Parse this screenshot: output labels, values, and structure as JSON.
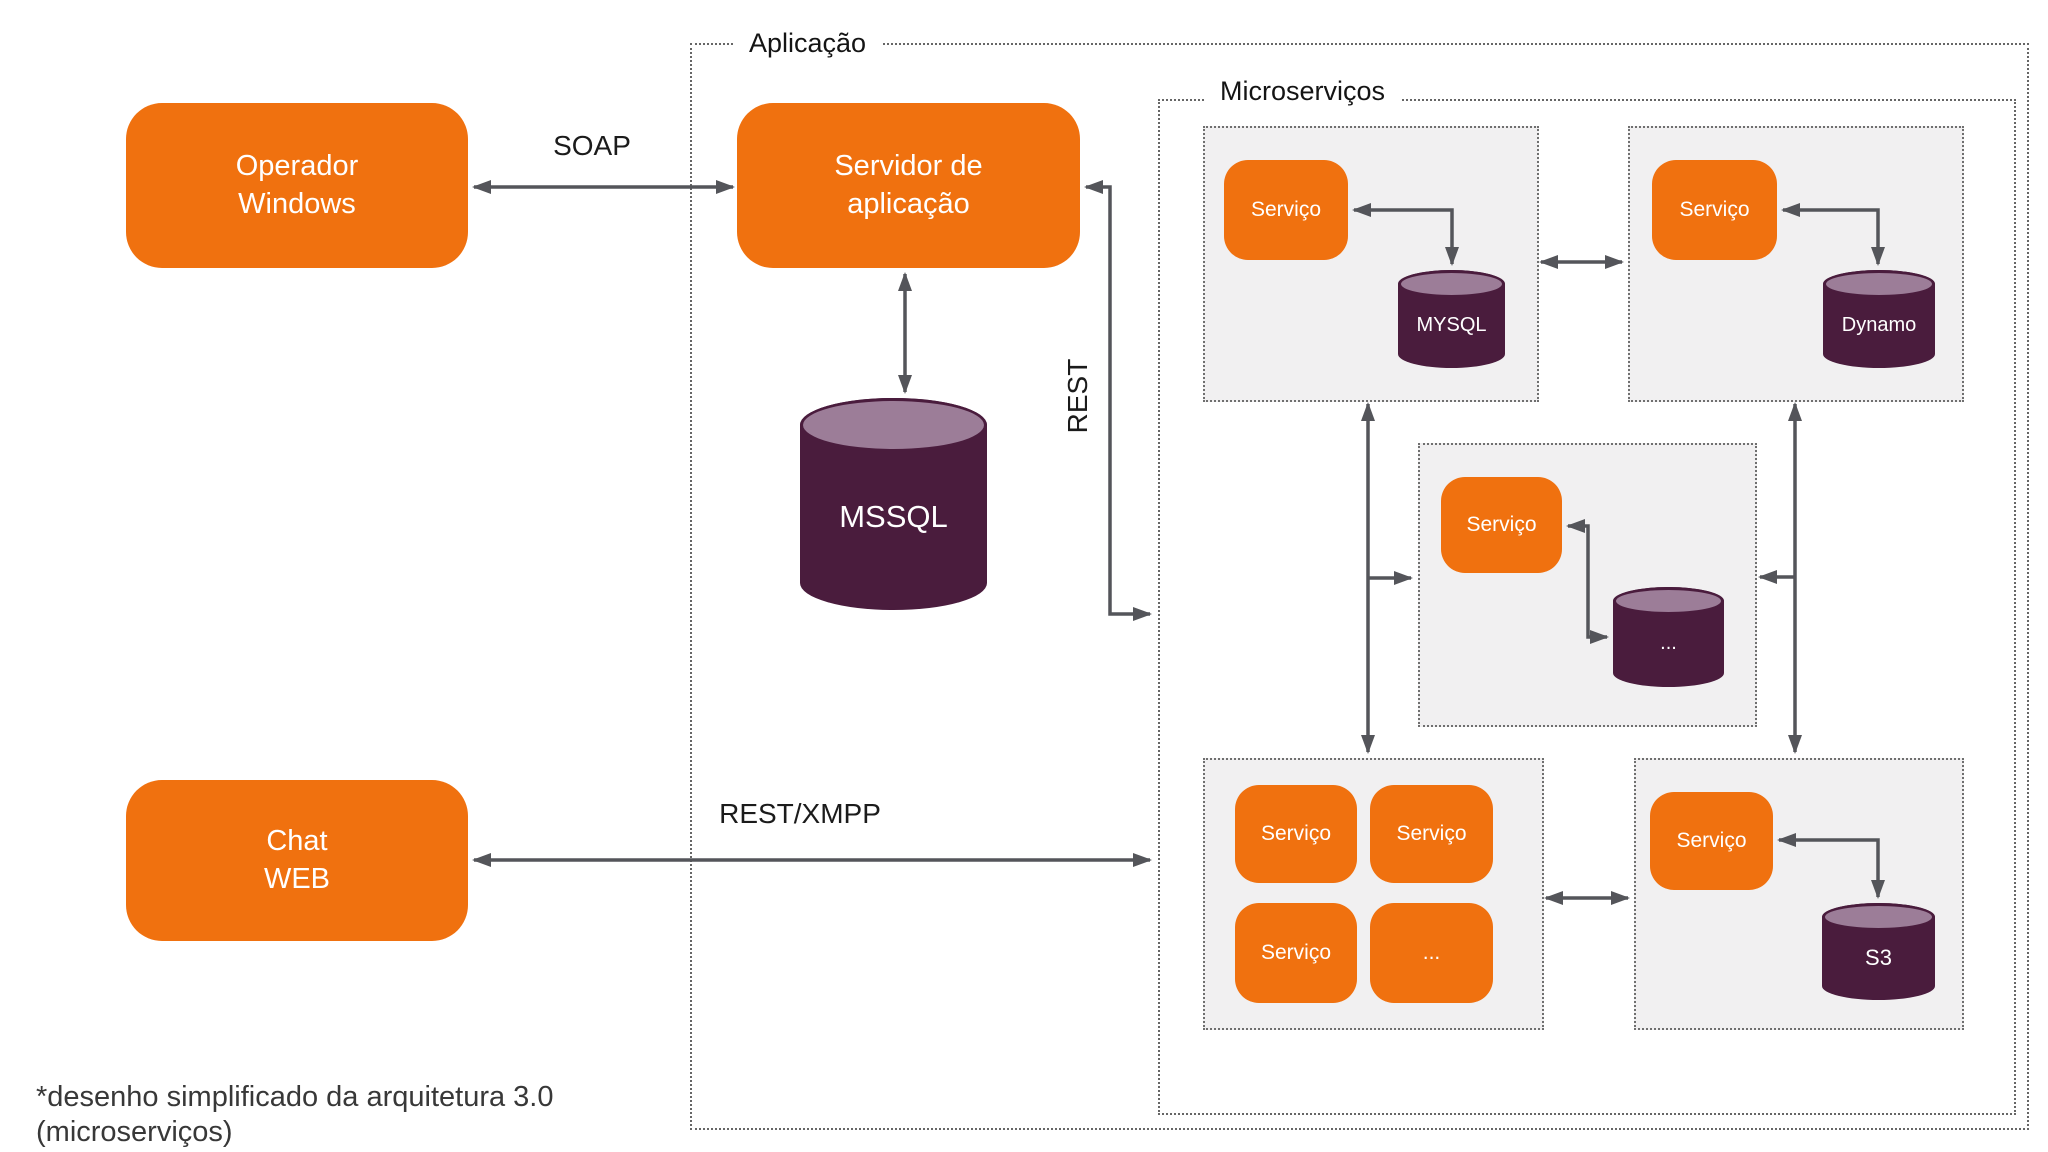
{
  "diagram": {
    "clients": [
      {
        "label": "Operador\nWindows"
      },
      {
        "label": "Chat\nWEB"
      }
    ],
    "application": {
      "label": "Aplicação",
      "app_server": {
        "label": "Servidor de\naplicação"
      },
      "database": {
        "label": "MSSQL"
      },
      "microservices": {
        "label": "Microserviços",
        "group_mysql": {
          "service": "Serviço",
          "db": "MYSQL"
        },
        "group_dynamo": {
          "service": "Serviço",
          "db": "Dynamo"
        },
        "group_other": {
          "service": "Serviço",
          "db": "..."
        },
        "group_pool": {
          "services": [
            "Serviço",
            "Serviço",
            "Serviço",
            "..."
          ]
        },
        "group_s3": {
          "service": "Serviço",
          "db": "S3"
        }
      }
    },
    "connections": {
      "soap": "SOAP",
      "rest": "REST",
      "rest_xmpp": "REST/XMPP"
    },
    "footnote": "*desenho simplificado da arquitetura 3.0\n(microserviços)"
  },
  "colors": {
    "box_orange": "#F0710F",
    "cylinder_body": "#4A1C3D",
    "cylinder_top": "#9C7D98",
    "connector_gray": "#54555A",
    "group_bg": "#F1F0F1"
  }
}
